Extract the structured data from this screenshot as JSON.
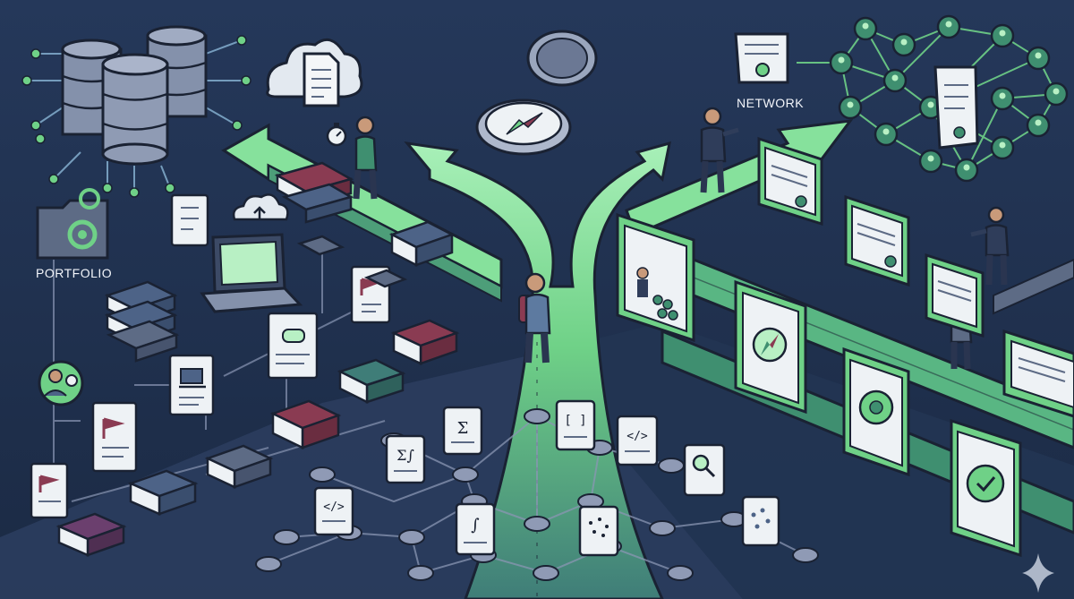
{
  "labels": {
    "portfolio": "PORTFOLIO",
    "network": "NETWORK"
  },
  "doc_symbols": {
    "code": "</>",
    "brackets": "[ ]",
    "sigma": "Σ",
    "sigma_integral": "Σ∫",
    "integral": "∫"
  },
  "colors": {
    "background": "#1f2f4a",
    "path_green": "#6fd187",
    "light_green": "#b8f0c4",
    "stone": "#5d6b85",
    "paper": "#eef2f5",
    "outline": "#1a2233",
    "book_red": "#8a3b52",
    "book_teal": "#3f7d78",
    "book_blue": "#4d6387"
  },
  "icons": [
    "database-icon",
    "cloud-icon",
    "document-icon",
    "gear-folder-icon",
    "laptop-icon",
    "book-stack-icon",
    "compass-icon",
    "person-icon",
    "certificate-icon",
    "award-seal-icon",
    "network-node-icon",
    "stopwatch-icon",
    "magnifier-icon",
    "sparkle-icon"
  ]
}
